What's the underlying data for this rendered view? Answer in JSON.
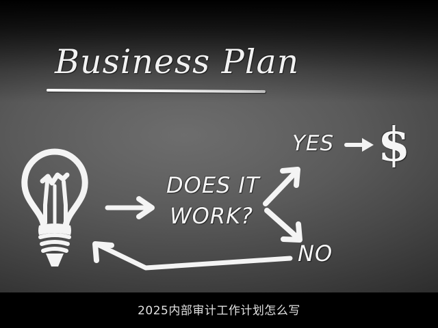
{
  "slide": {
    "title": "Business Plan",
    "caption": "2025内部审计工作计划怎么写",
    "background": {
      "center_color": "#5c5c5c",
      "edge_color": "#000000",
      "caption_band_color": "#000000",
      "chalk_color": "#f4f4f4"
    }
  },
  "flowchart": {
    "idea_node": {
      "icon": "lightbulb-icon",
      "label": ""
    },
    "decision_node": {
      "line1": "DOES IT",
      "line2": "WORK?"
    },
    "branches": [
      {
        "label": "YES",
        "outcome_icon": "dollar-sign-icon",
        "outcome_symbol": "$",
        "direction": "up-right"
      },
      {
        "label": "NO",
        "direction": "down-right",
        "loops_back_to": "idea_node"
      }
    ],
    "arrows": [
      {
        "name": "idea-to-decision-arrow",
        "direction": "right"
      },
      {
        "name": "decision-to-yes-arrow",
        "direction": "up-right"
      },
      {
        "name": "decision-to-no-arrow",
        "direction": "down-right"
      },
      {
        "name": "yes-to-money-arrow",
        "direction": "right"
      },
      {
        "name": "no-feedback-loop-arrow",
        "direction": "left-up"
      }
    ]
  }
}
